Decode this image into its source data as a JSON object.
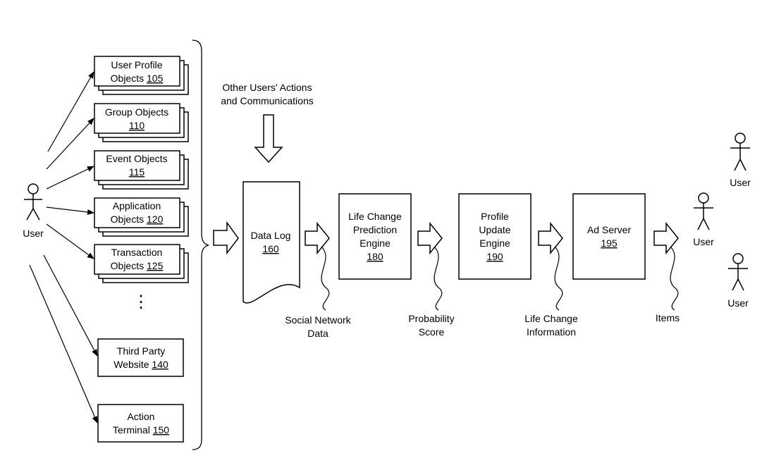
{
  "user": {
    "label": "User"
  },
  "objects": [
    {
      "line1": "User Profile",
      "line2": "Objects",
      "ref": "105"
    },
    {
      "line1": "Group Objects",
      "line2": "",
      "ref": "110"
    },
    {
      "line1": "Event Objects",
      "line2": "",
      "ref": "115"
    },
    {
      "line1": "Application",
      "line2": "Objects",
      "ref": "120"
    },
    {
      "line1": "Transaction",
      "line2": "Objects",
      "ref": "125"
    }
  ],
  "ellipsis": "⋮",
  "third_party": {
    "line1": "Third Party",
    "line2": "Website",
    "ref": "140"
  },
  "action_terminal": {
    "line1": "Action",
    "line2": "Terminal",
    "ref": "150"
  },
  "other_users": {
    "line1": "Other Users' Actions",
    "line2": "and Communications"
  },
  "data_log": {
    "line1": "Data Log",
    "ref": "160"
  },
  "life_change_engine": {
    "line1": "Life Change",
    "line2": "Prediction",
    "line3": "Engine",
    "ref": "180"
  },
  "profile_update_engine": {
    "line1": "Profile",
    "line2": "Update",
    "line3": "Engine",
    "ref": "190"
  },
  "ad_server": {
    "line1": "Ad Server",
    "ref": "195"
  },
  "flow_labels": {
    "social_network_data": {
      "line1": "Social Network",
      "line2": "Data"
    },
    "probability_score": {
      "line1": "Probability",
      "line2": "Score"
    },
    "life_change_information": {
      "line1": "Life Change",
      "line2": "Information"
    },
    "items": {
      "line1": "Items"
    }
  },
  "target_users": [
    {
      "label": "User"
    },
    {
      "label": "User"
    },
    {
      "label": "User"
    }
  ]
}
